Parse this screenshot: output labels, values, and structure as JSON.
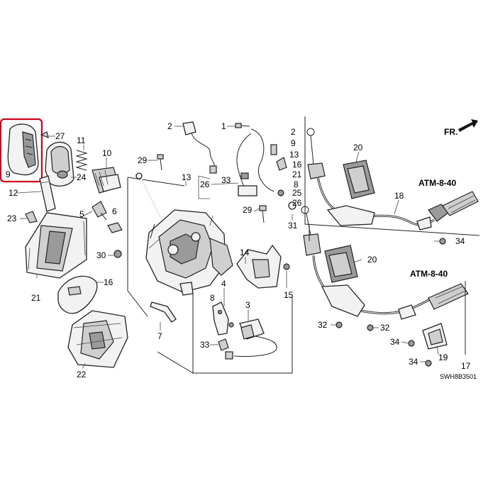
{
  "diagram": {
    "direction_label": "FR.",
    "drawing_code": "SWH8B3501",
    "ref_labels": [
      "ATM-8-40",
      "ATM-8-40"
    ],
    "highlight_color": "#d0021b",
    "callouts": {
      "c1": "1",
      "c2a": "2",
      "c2b": "2",
      "c3": "3",
      "c4": "4",
      "c5": "5",
      "c6": "6",
      "c7": "7",
      "c8a": "8",
      "c8b": "8",
      "c9a": "9",
      "c9b": "9",
      "c10": "10",
      "c11": "11",
      "c12": "12",
      "c13a": "13",
      "c13b": "13",
      "c14": "14",
      "c15": "15",
      "c16a": "16",
      "c16b": "16",
      "c17": "17",
      "c18": "18",
      "c19": "19",
      "c20a": "20",
      "c20b": "20",
      "c21a": "21",
      "c21b": "21",
      "c22": "22",
      "c23": "23",
      "c24": "24",
      "c25": "25",
      "c26a": "26",
      "c26b": "26",
      "c27": "27",
      "c29a": "29",
      "c29b": "29",
      "c30": "30",
      "c31": "31",
      "c32a": "32",
      "c32b": "32",
      "c33a": "33",
      "c33b": "33",
      "c34a": "34",
      "c34b": "34",
      "c34c": "34"
    }
  }
}
